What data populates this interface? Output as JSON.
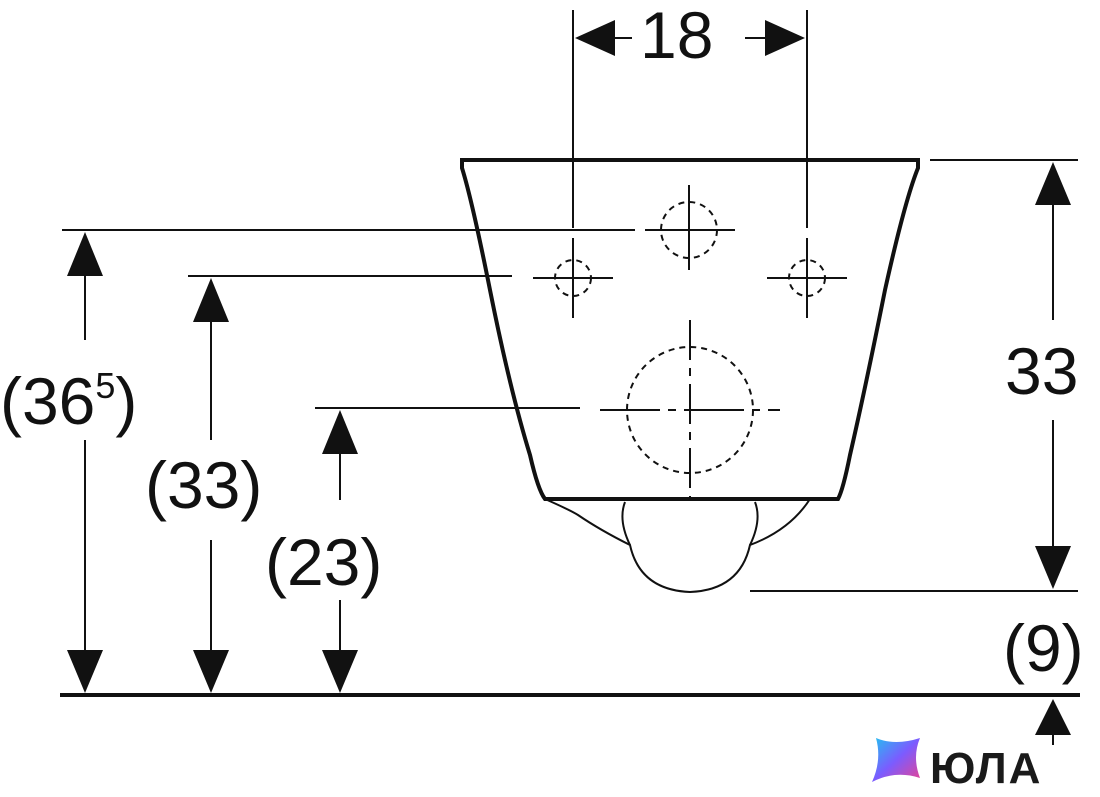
{
  "dimensions": {
    "top_spacing": "18",
    "right_height": "33",
    "right_bottom": "(9)",
    "left_outer_main": "(36",
    "left_outer_sup": "5",
    "left_outer_close": ")",
    "left_middle": "(33)",
    "left_inner": "(23)"
  },
  "logo": {
    "text": "ЮЛА",
    "colors": [
      "#22c1f1",
      "#7b5cff",
      "#e84393"
    ]
  }
}
